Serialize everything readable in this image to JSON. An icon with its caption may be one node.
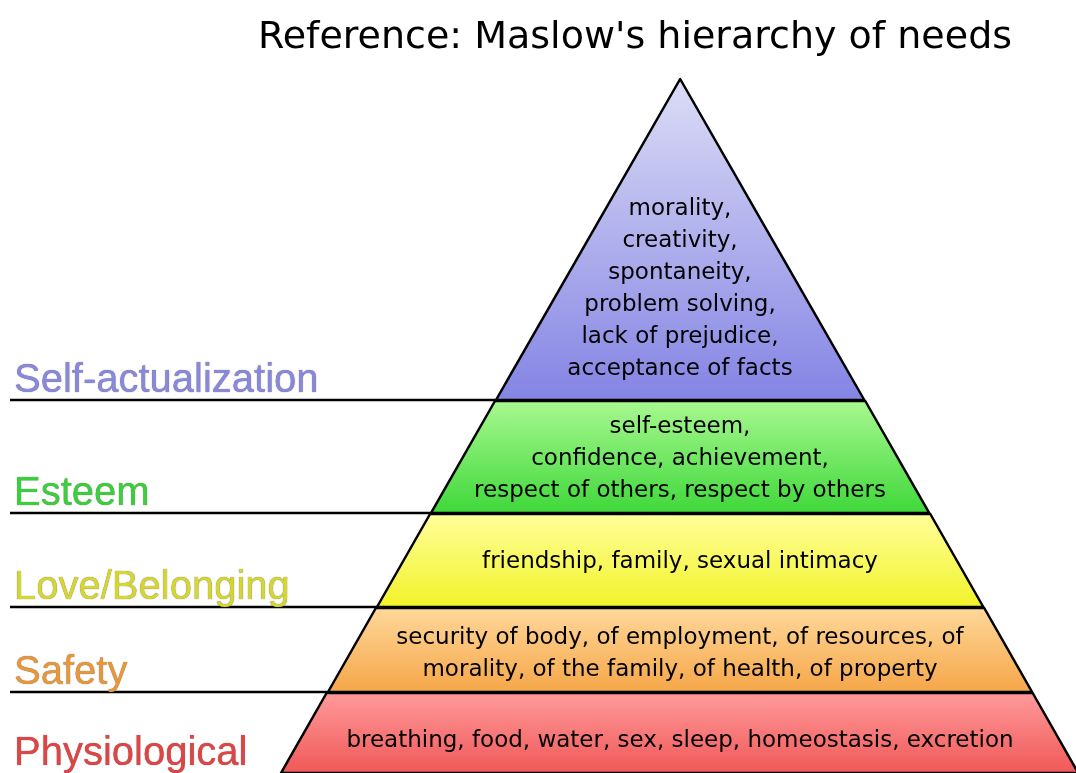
{
  "diagram": {
    "title": "Reference: Maslow's hierarchy of needs",
    "nodes": [
      {
        "text": [
          "morality, creativity, spontaneity, problem solving, lack of prejudice, acceptance of facts"
        ]
      },
      {
        "text": [
          "self-esteem, confidence, achievement, respect of others, respect by others"
        ]
      },
      {
        "text": [
          "friendship, family, sexual intimacy"
        ]
      },
      {
        "text": [
          "security of body, of employment, of resources, of morality, of the family, of health, of property"
        ]
      },
      {
        "text": [
          "breathing, food, water, sex, sleep, homeostasis, excretion"
        ]
      },
      {
        "text": [
          "Self-actualization"
        ]
      },
      {
        "text": [
          "Esteem"
        ]
      },
      {
        "text": [
          "Love/Belonging"
        ]
      },
      {
        "text": [
          "Safety"
        ]
      }
    ],
    "edges": [
      {
        "from": 5,
        "to": 0,
        "arrow": "none"
      },
      {
        "from": 6,
        "to": 1,
        "arrow": "none"
      },
      {
        "from": 7,
        "to": 2,
        "arrow": "none"
      },
      {
        "from": 8,
        "to": 3,
        "arrow": "none"
      }
    ],
    "labels": [
      "Physiological"
    ]
  }
}
